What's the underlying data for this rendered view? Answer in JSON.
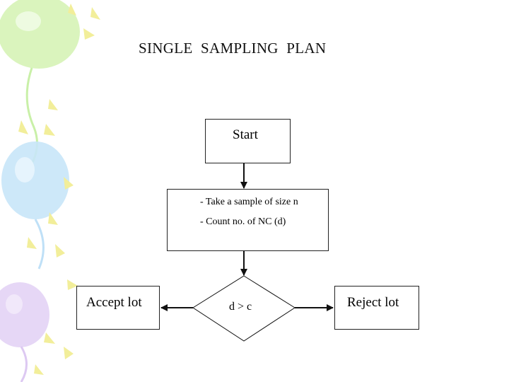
{
  "title": "SINGLE  SAMPLING  PLAN",
  "nodes": {
    "start": "Start",
    "process_line1": "- Take a sample of size n",
    "process_line2": "- Count no. of NC (d)",
    "decision": "d > c",
    "accept": "Accept lot",
    "reject": "Reject lot"
  },
  "colors": {
    "balloon_green": "#c9f0a8",
    "balloon_blue": "#bfe0f7",
    "balloon_purple": "#ddc9f2",
    "sparkle_yellow": "#f4f0a0",
    "line": "#111111"
  }
}
